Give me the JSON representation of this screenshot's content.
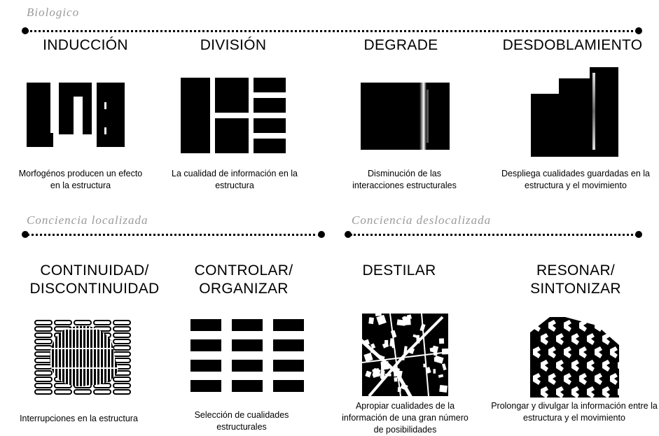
{
  "sections": {
    "biologico": "Biologico",
    "localizada": "Conciencia localizada",
    "deslocalizada": "Conciencia deslocalizada"
  },
  "concepts": [
    {
      "title": "INDUCCIÓN",
      "caption": "Morfogénos producen un efecto en la estructura"
    },
    {
      "title": "DIVISIÓN",
      "caption": "La cualidad de información en la estructura"
    },
    {
      "title": "DEGRADE",
      "caption": "Disminución  de las interacciones estructurales"
    },
    {
      "title": "DESDOBLAMIENTO",
      "caption": "Despliega cualidades guardadas en la estructura y el movimiento"
    },
    {
      "title_line1": "CONTINUIDAD/",
      "title_line2": "DISCONTINUIDAD",
      "caption": "Interrupciones en la estructura"
    },
    {
      "title_line1": "CONTROLAR/",
      "title_line2": "ORGANIZAR",
      "caption": "Selección de cualidades estructurales"
    },
    {
      "title": "DESTILAR",
      "caption": "Apropiar cualidades de la información de una gran número de posibilidades"
    },
    {
      "title_line1": "RESONAR/",
      "title_line2": "SINTONIZAR",
      "caption": "Prolongar y divulgar la información entre la estructura y  el movimiento"
    }
  ],
  "colors": {
    "ink": "#000000",
    "label_gray": "#9a9a9a",
    "paper": "#ffffff"
  }
}
